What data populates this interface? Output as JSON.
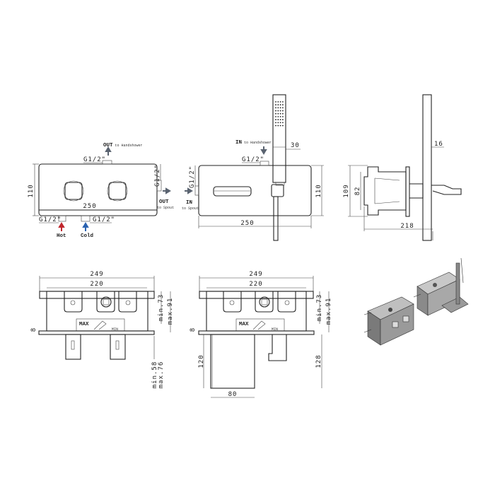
{
  "front_view": {
    "height_dim": "110",
    "width_dim": "250",
    "top_thread": "G1/2\"",
    "top_outlet_label": "OUT",
    "top_outlet_sub": "to Handshower",
    "right_thread": "G1/2\"",
    "right_outlet_label": "OUT",
    "right_outlet_sub": "to Spout",
    "hot_thread": "G1/2\"",
    "cold_thread": "G1/2\"",
    "hot_label": "Hot",
    "cold_label": "Cold",
    "hot_color": "#c0262d",
    "cold_color": "#2a62b0"
  },
  "spout_view": {
    "top_inlet_label": "IN",
    "top_inlet_sub": "to Handshower",
    "top_thread": "G1/2\"",
    "handshower_width_dim": "30",
    "left_thread": "G1/2\"",
    "left_inlet_label": "IN",
    "left_inlet_sub": "to Spout",
    "height_dim": "110",
    "width_dim": "250"
  },
  "side_view": {
    "handshower_depth_dim": "16",
    "outer_height_dim": "109",
    "inner_height_dim": "82",
    "depth_dim": "218"
  },
  "box_view_1": {
    "outer_width_dim": "249",
    "inner_width_dim": "220",
    "min_depth": "min.73",
    "max_depth": "max.91",
    "plate_dim": "8",
    "min_pipe": "min.58",
    "max_pipe": "max.76",
    "max_mark": "MAX",
    "min_mark": "MIN"
  },
  "box_view_2": {
    "outer_width_dim": "249",
    "inner_width_dim": "220",
    "min_depth": "min.73",
    "max_depth": "max.91",
    "plate_dim": "8",
    "spout_length_dim": "120",
    "spout_width_dim": "80",
    "holder_length_dim": "128",
    "max_mark": "MAX",
    "min_mark": "MIN"
  }
}
